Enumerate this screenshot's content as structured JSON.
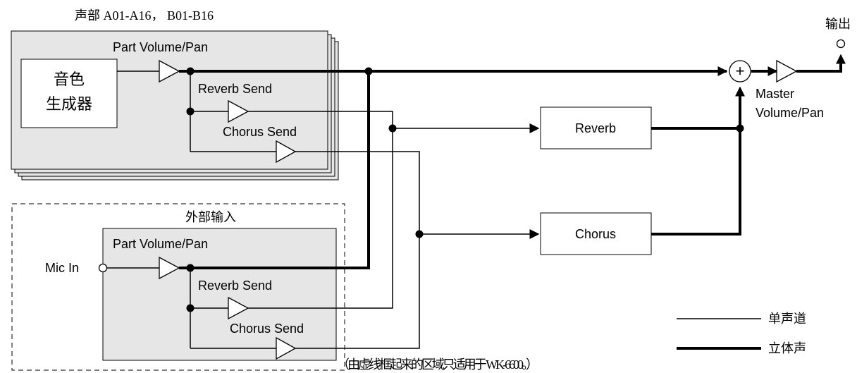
{
  "labels": {
    "parts_title": "声部 A01-A16， B01-B16",
    "output": "输出",
    "part_volume_pan_top": "Part Volume/Pan",
    "tone_gen_line1": "音色",
    "tone_gen_line2": "生成器",
    "reverb_send_top": "Reverb Send",
    "chorus_send_top": "Chorus Send",
    "reverb": "Reverb",
    "chorus": "Chorus",
    "master_line1": "Master",
    "master_line2": "Volume/Pan",
    "plus": "+",
    "external_input": "外部输入",
    "part_volume_pan_bottom": "Part Volume/Pan",
    "mic_in": "Mic In",
    "reverb_send_bottom": "Reverb Send",
    "chorus_send_bottom": "Chorus Send",
    "legend_mono": "单声道",
    "legend_stereo": "立体声",
    "note": "（由虚线框起来的区域只适用于 WK-6600。）"
  }
}
